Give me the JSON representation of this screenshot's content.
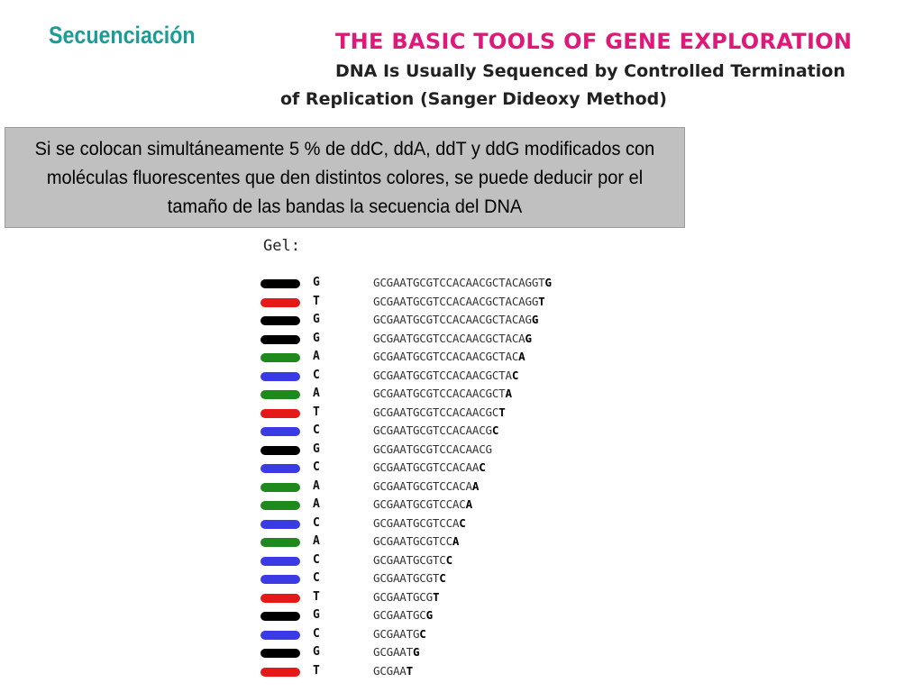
{
  "slide": {
    "title": "Secuenciación"
  },
  "figure": {
    "title": "THE BASIC TOOLS OF GENE EXPLORATION",
    "subtitle_line1": "DNA Is Usually Sequenced by Controlled Termination",
    "subtitle_line2": "of Replication (Sanger Dideoxy Method)"
  },
  "callout": {
    "text": "Si se colocan simultáneamente 5 %  de ddC, ddA, ddT y ddG modificados con moléculas fluorescentes que den distintos colores, se puede deducir por el tamaño de las bandas la secuencia del DNA"
  },
  "gel": {
    "label": "Gel:",
    "colors": {
      "G": "#000000",
      "T": "#e61919",
      "A": "#1e8a1e",
      "C": "#3b3be6"
    },
    "lanes": [
      {
        "base": "G",
        "prefix": "GCGAATGCGTCCACAACGCTACAGGT",
        "terminal": "G"
      },
      {
        "base": "T",
        "prefix": "GCGAATGCGTCCACAACGCTACAGG",
        "terminal": "T"
      },
      {
        "base": "G",
        "prefix": "GCGAATGCGTCCACAACGCTACAG",
        "terminal": "G"
      },
      {
        "base": "G",
        "prefix": "GCGAATGCGTCCACAACGCTACA",
        "terminal": "G"
      },
      {
        "base": "A",
        "prefix": "GCGAATGCGTCCACAACGCTAC",
        "terminal": "A"
      },
      {
        "base": "C",
        "prefix": "GCGAATGCGTCCACAACGCTA",
        "terminal": "C"
      },
      {
        "base": "A",
        "prefix": "GCGAATGCGTCCACAACGCT",
        "terminal": "A"
      },
      {
        "base": "T",
        "prefix": "GCGAATGCGTCCACAACGC",
        "terminal": "T"
      },
      {
        "base": "C",
        "prefix": "GCGAATGCGTCCACAACG",
        "terminal": "C"
      },
      {
        "base": "G",
        "prefix": "GCGAATGCGTCCACAACG",
        "terminal": ""
      },
      {
        "base": "C",
        "prefix": "GCGAATGCGTCCACAA",
        "terminal": "C"
      },
      {
        "base": "A",
        "prefix": "GCGAATGCGTCCACA",
        "terminal": "A"
      },
      {
        "base": "A",
        "prefix": "GCGAATGCGTCCAC",
        "terminal": "A"
      },
      {
        "base": "C",
        "prefix": "GCGAATGCGTCCA",
        "terminal": "C"
      },
      {
        "base": "A",
        "prefix": "GCGAATGCGTCC",
        "terminal": "A"
      },
      {
        "base": "C",
        "prefix": "GCGAATGCGTC",
        "terminal": "C"
      },
      {
        "base": "C",
        "prefix": "GCGAATGCGT",
        "terminal": "C"
      },
      {
        "base": "T",
        "prefix": "GCGAATGCG",
        "terminal": "T"
      },
      {
        "base": "G",
        "prefix": "GCGAATGC",
        "terminal": "G"
      },
      {
        "base": "C",
        "prefix": "GCGAATG",
        "terminal": "C"
      },
      {
        "base": "G",
        "prefix": "GCGAAT",
        "terminal": "G"
      },
      {
        "base": "T",
        "prefix": "GCGAA",
        "terminal": "T"
      }
    ]
  }
}
